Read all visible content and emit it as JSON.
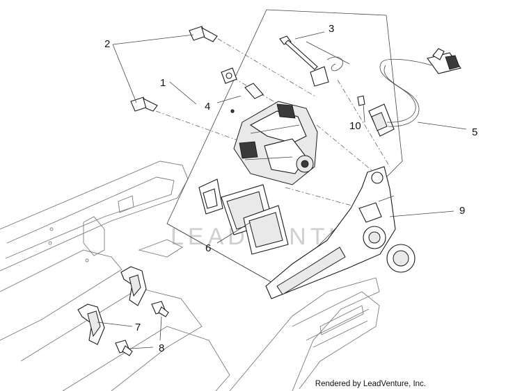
{
  "callouts": {
    "c1": "1",
    "c2": "2",
    "c3": "3",
    "c4": "4",
    "c5": "5",
    "c6": "6",
    "c7": "7",
    "c8": "8",
    "c9": "9",
    "c10": "10"
  },
  "watermark": "LEADVENTURE",
  "credit": "Rendered by LeadVenture, Inc."
}
